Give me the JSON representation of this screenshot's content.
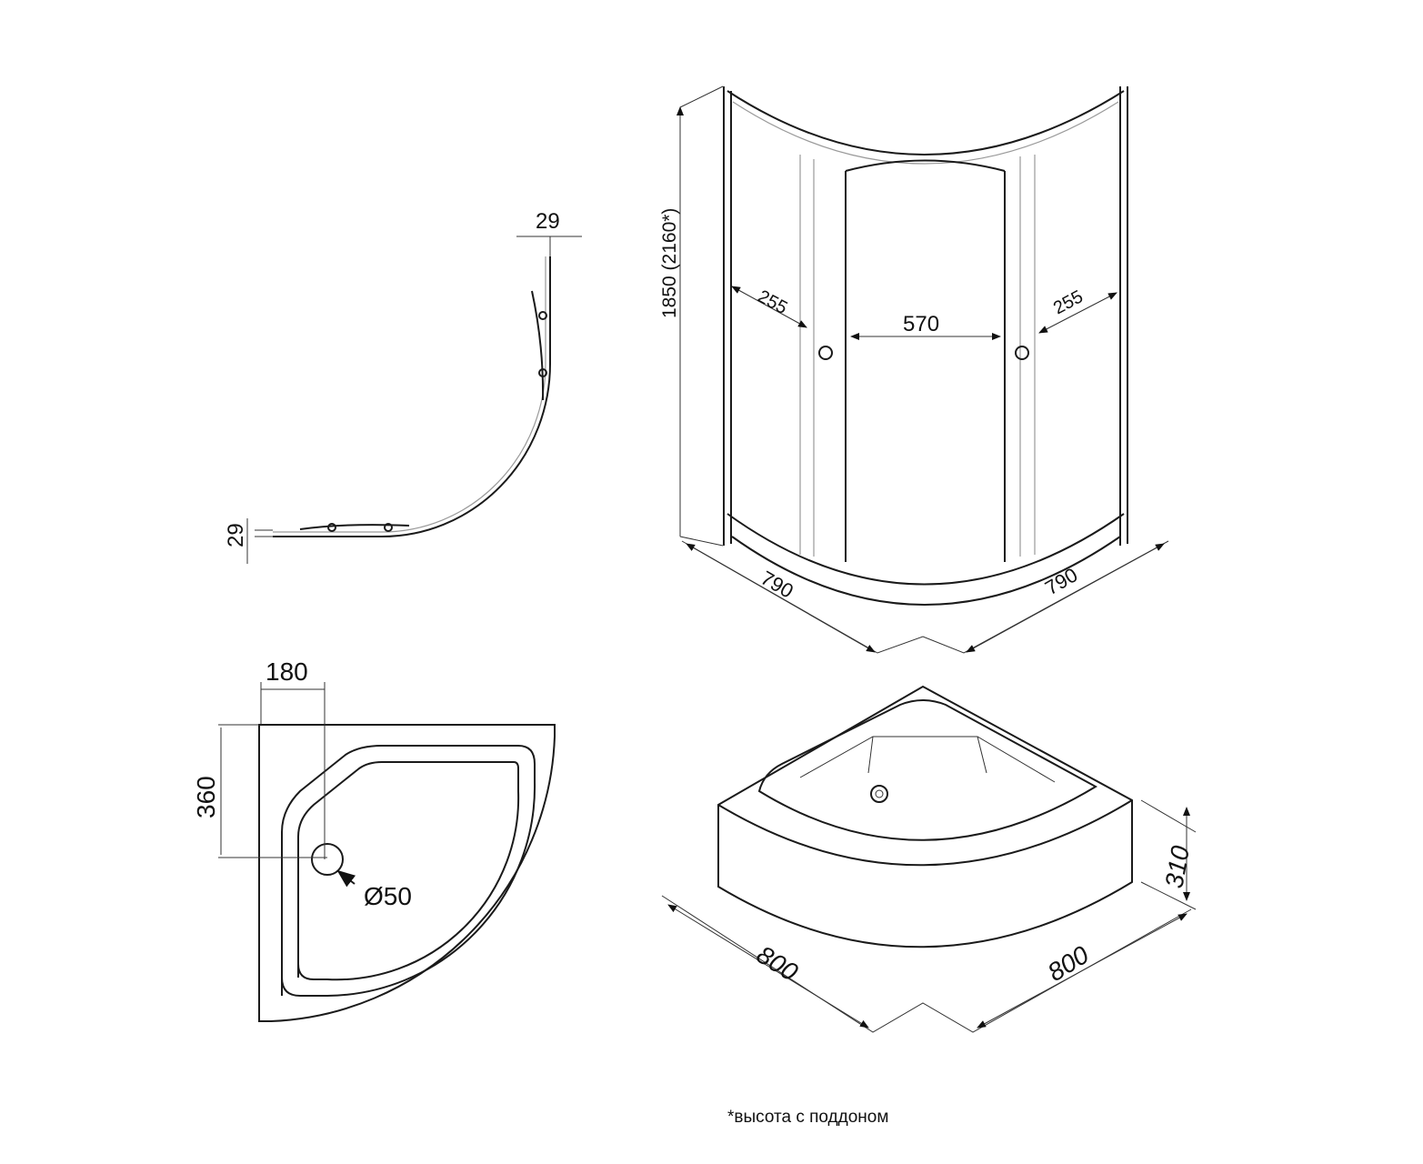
{
  "plan_view": {
    "dim_top": "29",
    "dim_left": "29"
  },
  "enclosure_view": {
    "height": "1850  (2160*)",
    "side_left": "255",
    "door_width": "570",
    "side_right": "255",
    "base_left": "790",
    "base_right": "790"
  },
  "tray_plan": {
    "dim_180": "180",
    "dim_360": "360",
    "drain": "Ø50"
  },
  "tray_view": {
    "width_left": "800",
    "width_right": "800",
    "height": "310"
  },
  "footnote": "*высота с поддоном"
}
